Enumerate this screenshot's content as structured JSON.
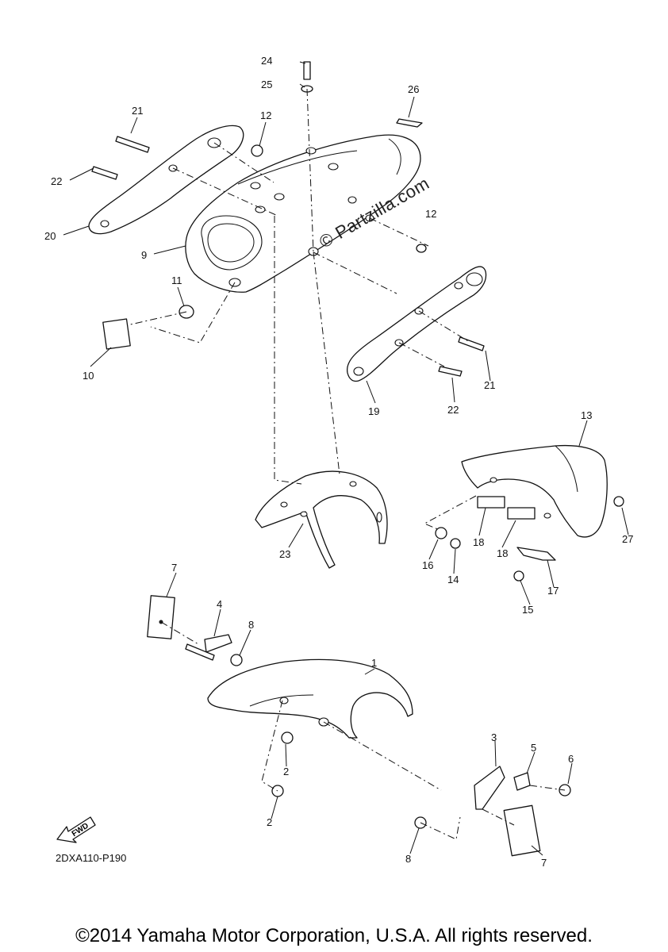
{
  "diagram": {
    "code": "2DXA110-P190",
    "watermark": "© Partzilla.com",
    "copyright": "©2014 Yamaha Motor Corporation, U.S.A. All rights reserved.",
    "fwd_label": "FWD",
    "callouts": {
      "c1": "1",
      "c2a": "2",
      "c2b": "2",
      "c3": "3",
      "c4": "4",
      "c5": "5",
      "c6": "6",
      "c7a": "7",
      "c7b": "7",
      "c8a": "8",
      "c8b": "8",
      "c9": "9",
      "c10": "10",
      "c11": "11",
      "c12a": "12",
      "c12b": "12",
      "c13": "13",
      "c14": "14",
      "c15": "15",
      "c16": "16",
      "c17": "17",
      "c18a": "18",
      "c18b": "18",
      "c19": "19",
      "c20": "20",
      "c21a": "21",
      "c21b": "21",
      "c22a": "22",
      "c22b": "22",
      "c23": "23",
      "c24": "24",
      "c25": "25",
      "c26": "26",
      "c27": "27"
    }
  }
}
